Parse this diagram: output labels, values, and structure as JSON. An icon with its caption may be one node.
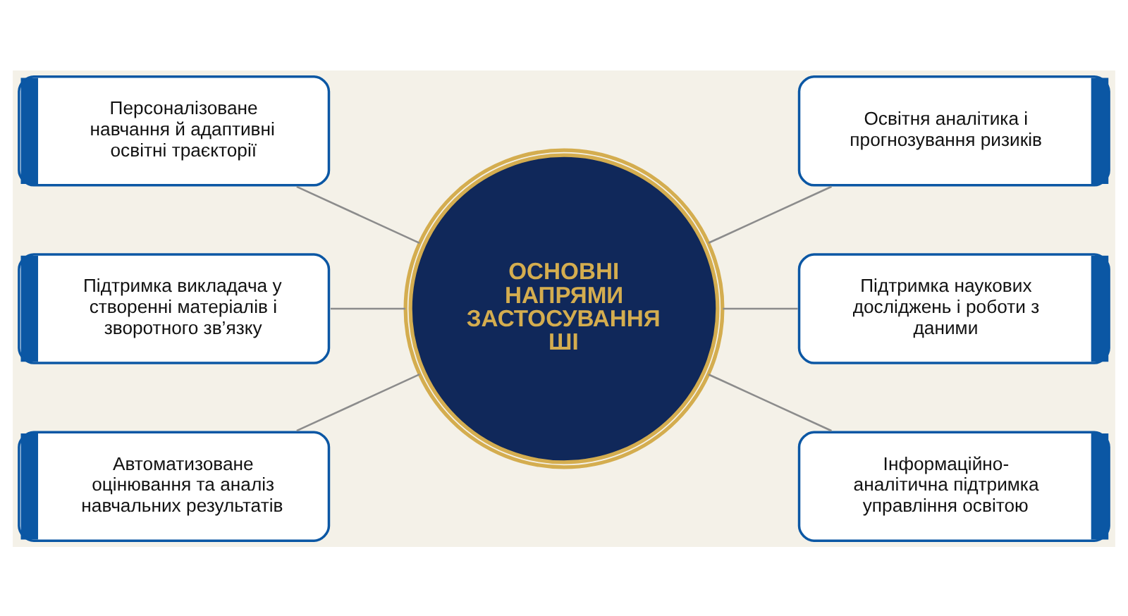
{
  "diagram": {
    "nodes": [
      {
        "text": [
          "Персоналізоване навчання й адаптивні освітні траєкторії"
        ]
      },
      {
        "text": [
          "Освітня аналітика і прогнозування ризиків"
        ]
      },
      {
        "text": [
          "Підтримка викладача у створенні матеріалів і зворотного зв’язку"
        ]
      },
      {
        "text": [
          "ОСНОВНІ НАПРЯМИ ЗАСТОСУВАННЯ ШІ"
        ]
      },
      {
        "text": [
          "Підтримка наукових досліджень і роботи з даними"
        ]
      },
      {
        "text": [
          "Автоматизоване оцінювання та аналіз навчальних результатів"
        ]
      },
      {
        "text": [
          "Інформаційно-аналітична підтримка управління освітою"
        ]
      }
    ],
    "edges": [
      {
        "from": 0,
        "to": 3,
        "arrow": "none"
      },
      {
        "from": 3,
        "to": 1,
        "arrow": "none"
      },
      {
        "from": 2,
        "to": 3,
        "arrow": "none"
      },
      {
        "from": 3,
        "to": 4,
        "arrow": "none"
      },
      {
        "from": 5,
        "to": 3,
        "arrow": "none"
      },
      {
        "from": 3,
        "to": 6,
        "arrow": "none"
      }
    ]
  }
}
